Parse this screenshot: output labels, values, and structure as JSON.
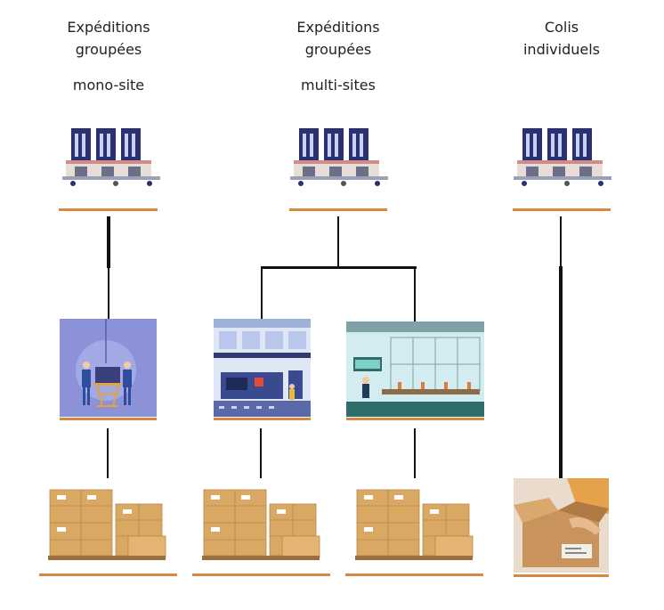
{
  "columns": [
    {
      "title_line1": "Expéditions",
      "title_line2": "groupées",
      "subtitle": "mono-site"
    },
    {
      "title_line1": "Expéditions",
      "title_line2": "groupées",
      "subtitle": "multi-sites"
    },
    {
      "title_line1": "Colis",
      "title_line2": "individuels",
      "subtitle": ""
    }
  ],
  "icons": {
    "warehouse": "warehouse-building-icon",
    "factory": "factory-illustration",
    "pallet": "cardboard-boxes-pallet",
    "parcel": "open-parcel-photo"
  },
  "colors": {
    "accent_bar": "#d9893f",
    "connector": "#111111",
    "building": "#2b3170"
  }
}
